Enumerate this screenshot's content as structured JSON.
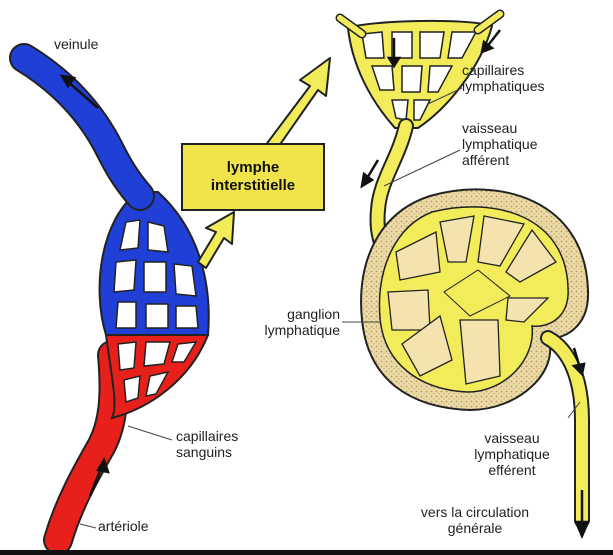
{
  "labels": {
    "veinule": "veinule",
    "lymphe_line1": "lymphe",
    "lymphe_line2": "interstitielle",
    "capillaires_lymph_line1": "capillaires",
    "capillaires_lymph_line2": "lymphatiques",
    "vaisseau_aff_line1": "vaisseau",
    "vaisseau_aff_line2": "lymphatique",
    "vaisseau_aff_line3": "afférent",
    "ganglion_line1": "ganglion",
    "ganglion_line2": "lymphatique",
    "capillaires_sang_line1": "capillaires",
    "capillaires_sang_line2": "sanguins",
    "vaisseau_eff_line1": "vaisseau",
    "vaisseau_eff_line2": "lymphatique",
    "vaisseau_eff_line3": "efférent",
    "circulation_line1": "vers la circulation",
    "circulation_line2": "générale",
    "arteriole": "artériole"
  },
  "colors": {
    "vein_blue": "#1f3fd6",
    "artery_red": "#e8201c",
    "lymph_yellow": "#f2ec5a",
    "node_capsule": "#e9d9a6",
    "node_interior": "#f6e9b4",
    "outline": "#222222"
  }
}
